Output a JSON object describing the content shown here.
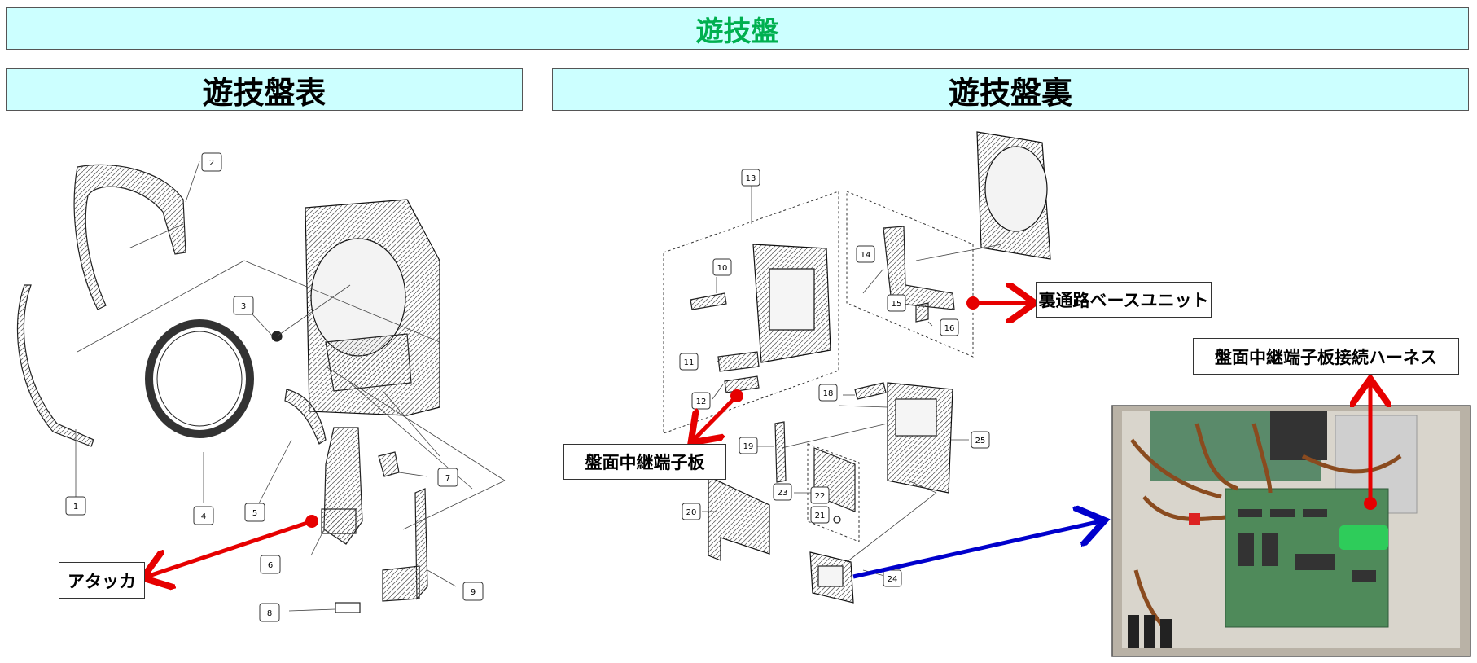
{
  "banners": {
    "main": "遊技盤",
    "front": "遊技盤表",
    "back": "遊技盤裏"
  },
  "callouts": {
    "attacker": "アタッカ",
    "relay_board": "盤面中継端子板",
    "back_base_unit": "裏通路ベースユニット",
    "harness": "盤面中継端子板接続ハーネス"
  },
  "part_numbers": {
    "n1": "1",
    "n2": "2",
    "n3": "3",
    "n4": "4",
    "n5": "5",
    "n6": "6",
    "n7": "7",
    "n8": "8",
    "n9": "9",
    "n10": "10",
    "n11": "11",
    "n12": "12",
    "n13": "13",
    "n14": "14",
    "n15": "15",
    "n16": "16",
    "n18": "18",
    "n19": "19",
    "n20": "20",
    "n21": "21",
    "n22": "22",
    "n23": "23",
    "n24": "24",
    "n25": "25"
  },
  "colors": {
    "banner_bg": "#ccffff",
    "main_title": "#00b050",
    "red_arrow": "#e60000",
    "blue_arrow": "#0000cc"
  }
}
